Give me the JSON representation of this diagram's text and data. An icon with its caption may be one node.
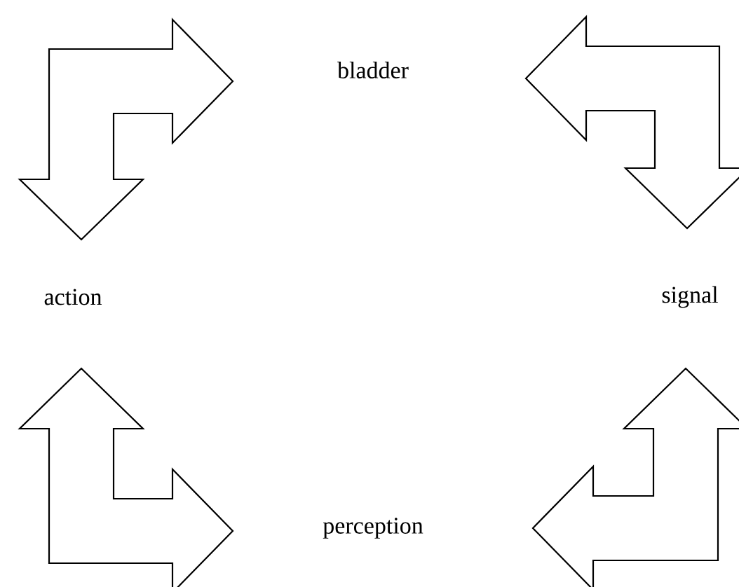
{
  "diagram": {
    "nodes": [
      {
        "text": [
          "bladder"
        ]
      },
      {
        "text": [
          "action"
        ]
      },
      {
        "text": [
          "signal"
        ]
      },
      {
        "text": [
          "perception"
        ]
      }
    ],
    "edges": [
      {
        "from": 1,
        "to": 0,
        "arrow": "both"
      },
      {
        "from": 0,
        "to": 2,
        "arrow": "both"
      },
      {
        "from": 1,
        "to": 3,
        "arrow": "both"
      },
      {
        "from": 3,
        "to": 2,
        "arrow": "both"
      }
    ]
  }
}
